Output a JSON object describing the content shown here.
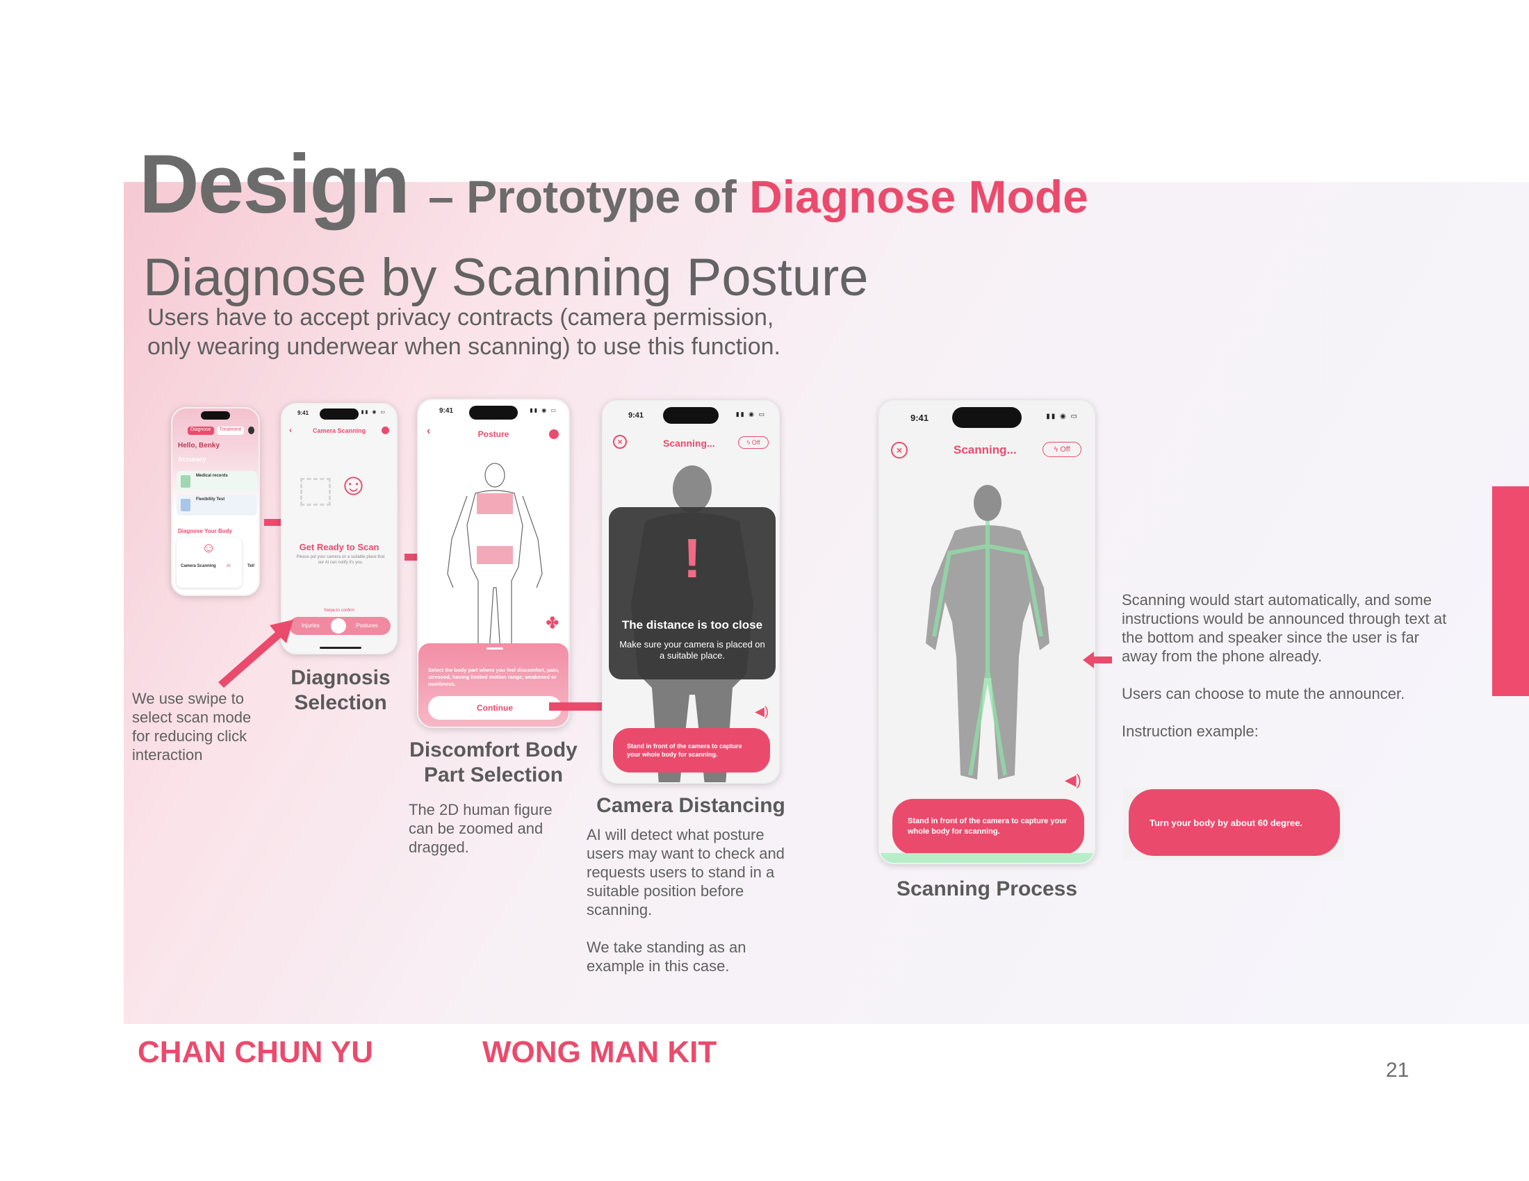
{
  "header": {
    "title_main": "Design",
    "title_dash": "– Prototype of ",
    "title_accent": "Diagnose Mode",
    "subtitle": "Diagnose by Scanning Posture",
    "intro_line1": "Users have to accept privacy contracts (camera permission,",
    "intro_line2": "only wearing underwear when scanning) to use this function."
  },
  "phone1": {
    "tab_active": "Diagnose",
    "tab_inactive": "Treatment",
    "greeting": "Hello, Benky",
    "accuracy": "Accuracy",
    "card1_title": "Medical records",
    "card2_title": "Flexibility Test",
    "section": "Diagnose Your Body",
    "scan_card": "Camera Scanning",
    "scan_badge": "AI",
    "next_card": "Tell"
  },
  "phone2": {
    "time": "9:41",
    "header": "Camera Scanning",
    "heading": "Get Ready to Scan",
    "body": "Please put your camera on a suitable place that our AI can notify it's you.",
    "swipe_hint": "Swipe to confirm",
    "opt_left": "Injuries",
    "opt_right": "Postures"
  },
  "phone3": {
    "time": "9:41",
    "header": "Posture",
    "sheet_text": "Select the body part where you feel discomfort, pain, stressed, having limited motion range, weakened or numbness.",
    "continue": "Continue"
  },
  "phone4": {
    "time": "9:41",
    "header": "Scanning...",
    "flash": "Off",
    "warn_title": "The distance is too close",
    "warn_body": "Make sure your camera is placed on a suitable place.",
    "bottom": "Stand in front of the camera to capture your whole body for scanning."
  },
  "phone5": {
    "time": "9:41",
    "header": "Scanning...",
    "flash": "Off",
    "bottom": "Stand in front of the camera to capture your whole body for scanning."
  },
  "captions": {
    "swipe_note": "We use swipe to select scan mode for reducing click interaction",
    "diag_sel": "Diagnosis Selection",
    "discomfort": "Discomfort Body Part Selection",
    "discomfort_note": "The 2D human figure can be zoomed and dragged.",
    "camera": "Camera Distancing",
    "camera_note1": "AI will detect what posture users may want to check and requests users to stand in a suitable position before scanning.",
    "camera_note2": "We take standing as an example in this case.",
    "scanning": "Scanning Process",
    "right_note1": "Scanning would start automatically, and some instructions would be announced through text at the bottom and speaker since the user is far away from the phone already.",
    "right_note2": "Users can choose to mute the announcer.",
    "right_note3": "Instruction example:",
    "example_pill": "Turn your body by about 60 degree."
  },
  "footer": {
    "author1": "CHAN CHUN YU",
    "author2": "WONG MAN KIT",
    "page": "21"
  },
  "colors": {
    "accent": "#ea4b6d",
    "text": "#5f5f5f"
  }
}
